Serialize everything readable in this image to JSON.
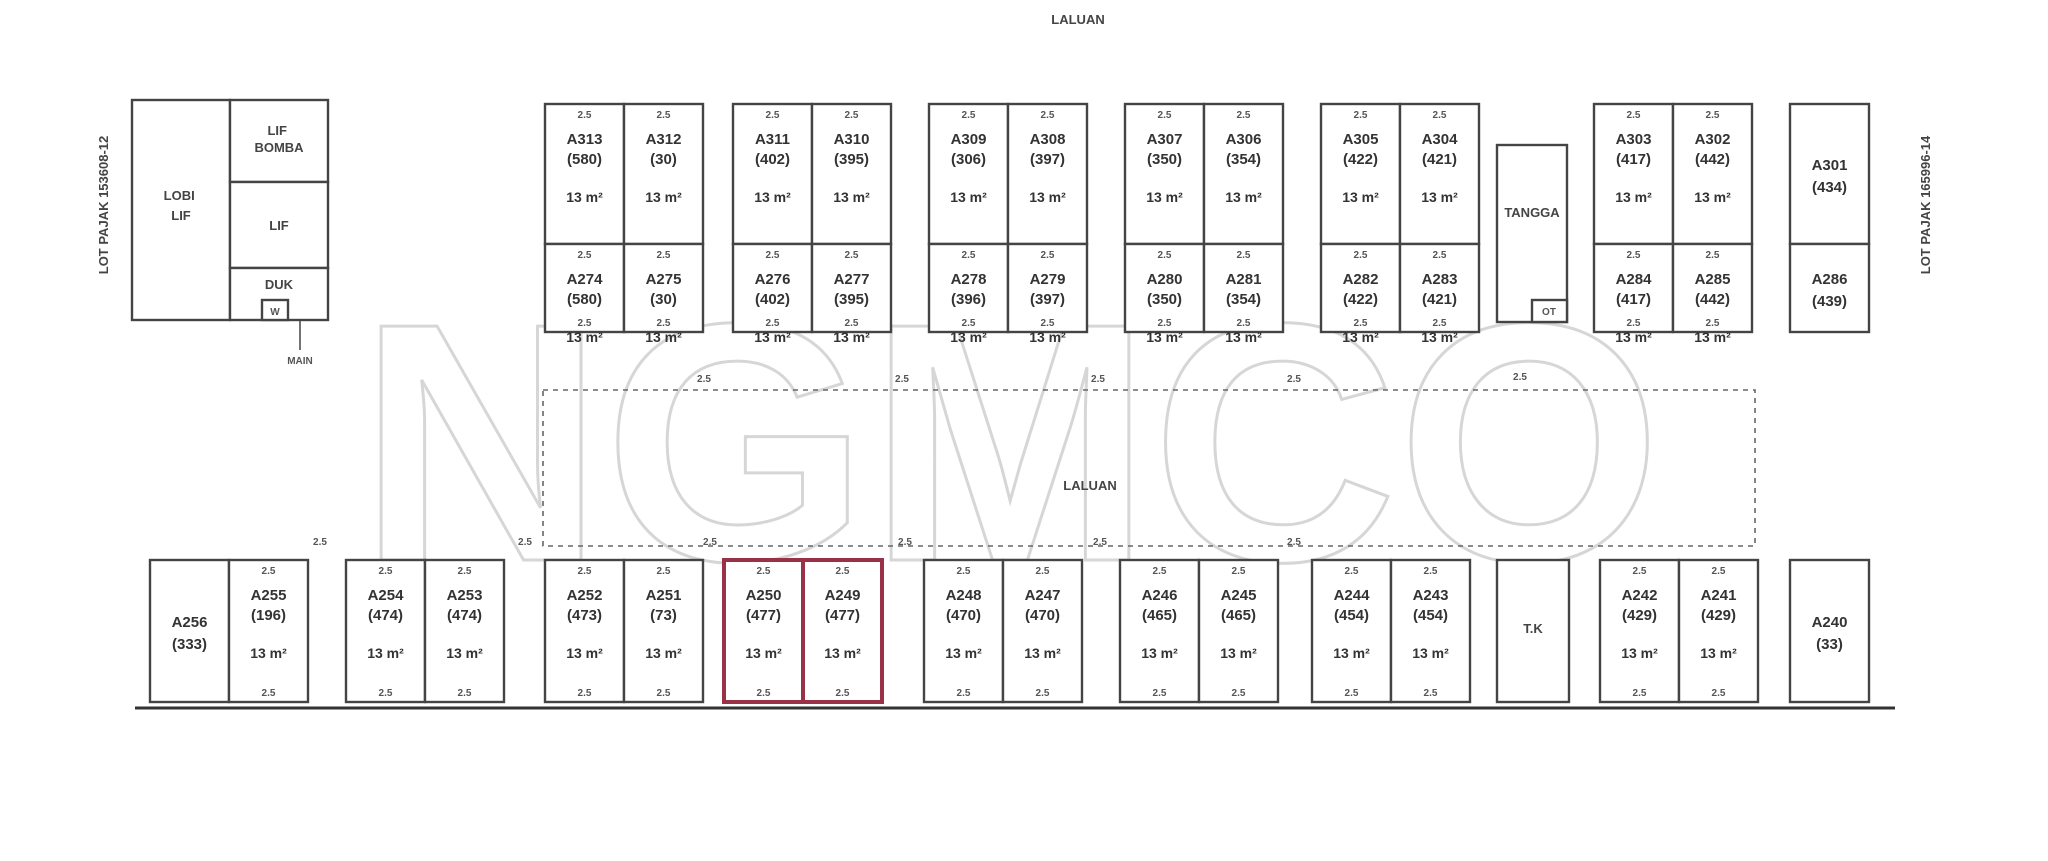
{
  "labels": {
    "top": "LALUAN",
    "corridor": "LALUAN",
    "lot_left": "LOT PAJAK 153608-12",
    "lot_right": "LOT PAJAK 165996-14",
    "watermark": "NGMCO"
  },
  "services": {
    "lobi": "LOBI\nLIF",
    "lif_bomba": "LIF\nBOMBA",
    "lif": "LIF",
    "duk": "DUK",
    "main": "MAIN",
    "tangga": "TANGGA",
    "ot": "OT",
    "tk": "T.K",
    "wc": "W"
  },
  "units": [
    {
      "id": "A313",
      "size": "(580)",
      "area": "13 m²",
      "top": "2.5",
      "bottom": ""
    },
    {
      "id": "A312",
      "size": "(30)",
      "area": "13 m²",
      "top": "2.5",
      "bottom": ""
    },
    {
      "id": "A311",
      "size": "(402)",
      "area": "13 m²",
      "top": "2.5",
      "bottom": ""
    },
    {
      "id": "A310",
      "size": "(395)",
      "area": "13 m²",
      "top": "2.5",
      "bottom": ""
    },
    {
      "id": "A309",
      "size": "(306)",
      "area": "13 m²",
      "top": "2.5",
      "bottom": ""
    },
    {
      "id": "A308",
      "size": "(397)",
      "area": "13 m²",
      "top": "2.5",
      "bottom": ""
    },
    {
      "id": "A307",
      "size": "(350)",
      "area": "13 m²",
      "top": "2.5",
      "bottom": ""
    },
    {
      "id": "A306",
      "size": "(354)",
      "area": "13 m²",
      "top": "2.5",
      "bottom": ""
    },
    {
      "id": "A305",
      "size": "(422)",
      "area": "13 m²",
      "top": "2.5",
      "bottom": ""
    },
    {
      "id": "A304",
      "size": "(421)",
      "area": "13 m²",
      "top": "2.5",
      "bottom": ""
    },
    {
      "id": "A303",
      "size": "(417)",
      "area": "13 m²",
      "top": "2.5",
      "bottom": ""
    },
    {
      "id": "A302",
      "size": "(442)",
      "area": "13 m²",
      "top": "2.5",
      "bottom": ""
    },
    {
      "id": "A301",
      "size": "(434)",
      "area": "",
      "top": "",
      "bottom": ""
    },
    {
      "id": "A274",
      "size": "(580)",
      "area": "13 m²",
      "top": "2.5",
      "bottom": "2.5"
    },
    {
      "id": "A275",
      "size": "(30)",
      "area": "13 m²",
      "top": "2.5",
      "bottom": "2.5"
    },
    {
      "id": "A276",
      "size": "(402)",
      "area": "13 m²",
      "top": "2.5",
      "bottom": "2.5"
    },
    {
      "id": "A277",
      "size": "(395)",
      "area": "13 m²",
      "top": "2.5",
      "bottom": "2.5"
    },
    {
      "id": "A278",
      "size": "(396)",
      "area": "13 m²",
      "top": "2.5",
      "bottom": "2.5"
    },
    {
      "id": "A279",
      "size": "(397)",
      "area": "13 m²",
      "top": "2.5",
      "bottom": "2.5"
    },
    {
      "id": "A280",
      "size": "(350)",
      "area": "13 m²",
      "top": "2.5",
      "bottom": "2.5"
    },
    {
      "id": "A281",
      "size": "(354)",
      "area": "13 m²",
      "top": "2.5",
      "bottom": "2.5"
    },
    {
      "id": "A282",
      "size": "(422)",
      "area": "13 m²",
      "top": "2.5",
      "bottom": "2.5"
    },
    {
      "id": "A283",
      "size": "(421)",
      "area": "13 m²",
      "top": "2.5",
      "bottom": "2.5"
    },
    {
      "id": "A284",
      "size": "(417)",
      "area": "13 m²",
      "top": "2.5",
      "bottom": "2.5"
    },
    {
      "id": "A285",
      "size": "(442)",
      "area": "13 m²",
      "top": "2.5",
      "bottom": "2.5"
    },
    {
      "id": "A286",
      "size": "(439)",
      "area": "",
      "top": "",
      "bottom": ""
    },
    {
      "id": "A256",
      "size": "(333)",
      "area": "",
      "top": "",
      "bottom": ""
    },
    {
      "id": "A255",
      "size": "(196)",
      "area": "13 m²",
      "top": "2.5",
      "bottom": "2.5"
    },
    {
      "id": "A254",
      "size": "(474)",
      "area": "13 m²",
      "top": "2.5",
      "bottom": "2.5"
    },
    {
      "id": "A253",
      "size": "(474)",
      "area": "13 m²",
      "top": "2.5",
      "bottom": "2.5"
    },
    {
      "id": "A252",
      "size": "(473)",
      "area": "13 m²",
      "top": "2.5",
      "bottom": "2.5"
    },
    {
      "id": "A251",
      "size": "(73)",
      "area": "13 m²",
      "top": "2.5",
      "bottom": "2.5"
    },
    {
      "id": "A250",
      "size": "(477)",
      "area": "13 m²",
      "top": "2.5",
      "bottom": "2.5"
    },
    {
      "id": "A249",
      "size": "(477)",
      "area": "13 m²",
      "top": "2.5",
      "bottom": "2.5"
    },
    {
      "id": "A248",
      "size": "(470)",
      "area": "13 m²",
      "top": "2.5",
      "bottom": "2.5"
    },
    {
      "id": "A247",
      "size": "(470)",
      "area": "13 m²",
      "top": "2.5",
      "bottom": "2.5"
    },
    {
      "id": "A246",
      "size": "(465)",
      "area": "13 m²",
      "top": "2.5",
      "bottom": "2.5"
    },
    {
      "id": "A245",
      "size": "(465)",
      "area": "13 m²",
      "top": "2.5",
      "bottom": "2.5"
    },
    {
      "id": "A244",
      "size": "(454)",
      "area": "13 m²",
      "top": "2.5",
      "bottom": "2.5"
    },
    {
      "id": "A243",
      "size": "(454)",
      "area": "13 m²",
      "top": "2.5",
      "bottom": "2.5"
    },
    {
      "id": "A242",
      "size": "(429)",
      "area": "13 m²",
      "top": "2.5",
      "bottom": "2.5"
    },
    {
      "id": "A241",
      "size": "(429)",
      "area": "13 m²",
      "top": "2.5",
      "bottom": "2.5"
    },
    {
      "id": "A240",
      "size": "(33)",
      "area": "",
      "top": "",
      "bottom": ""
    }
  ],
  "highlighted": [
    "A250",
    "A249"
  ],
  "highlight_color": "#9a3247",
  "gap_dimension": "2.5"
}
